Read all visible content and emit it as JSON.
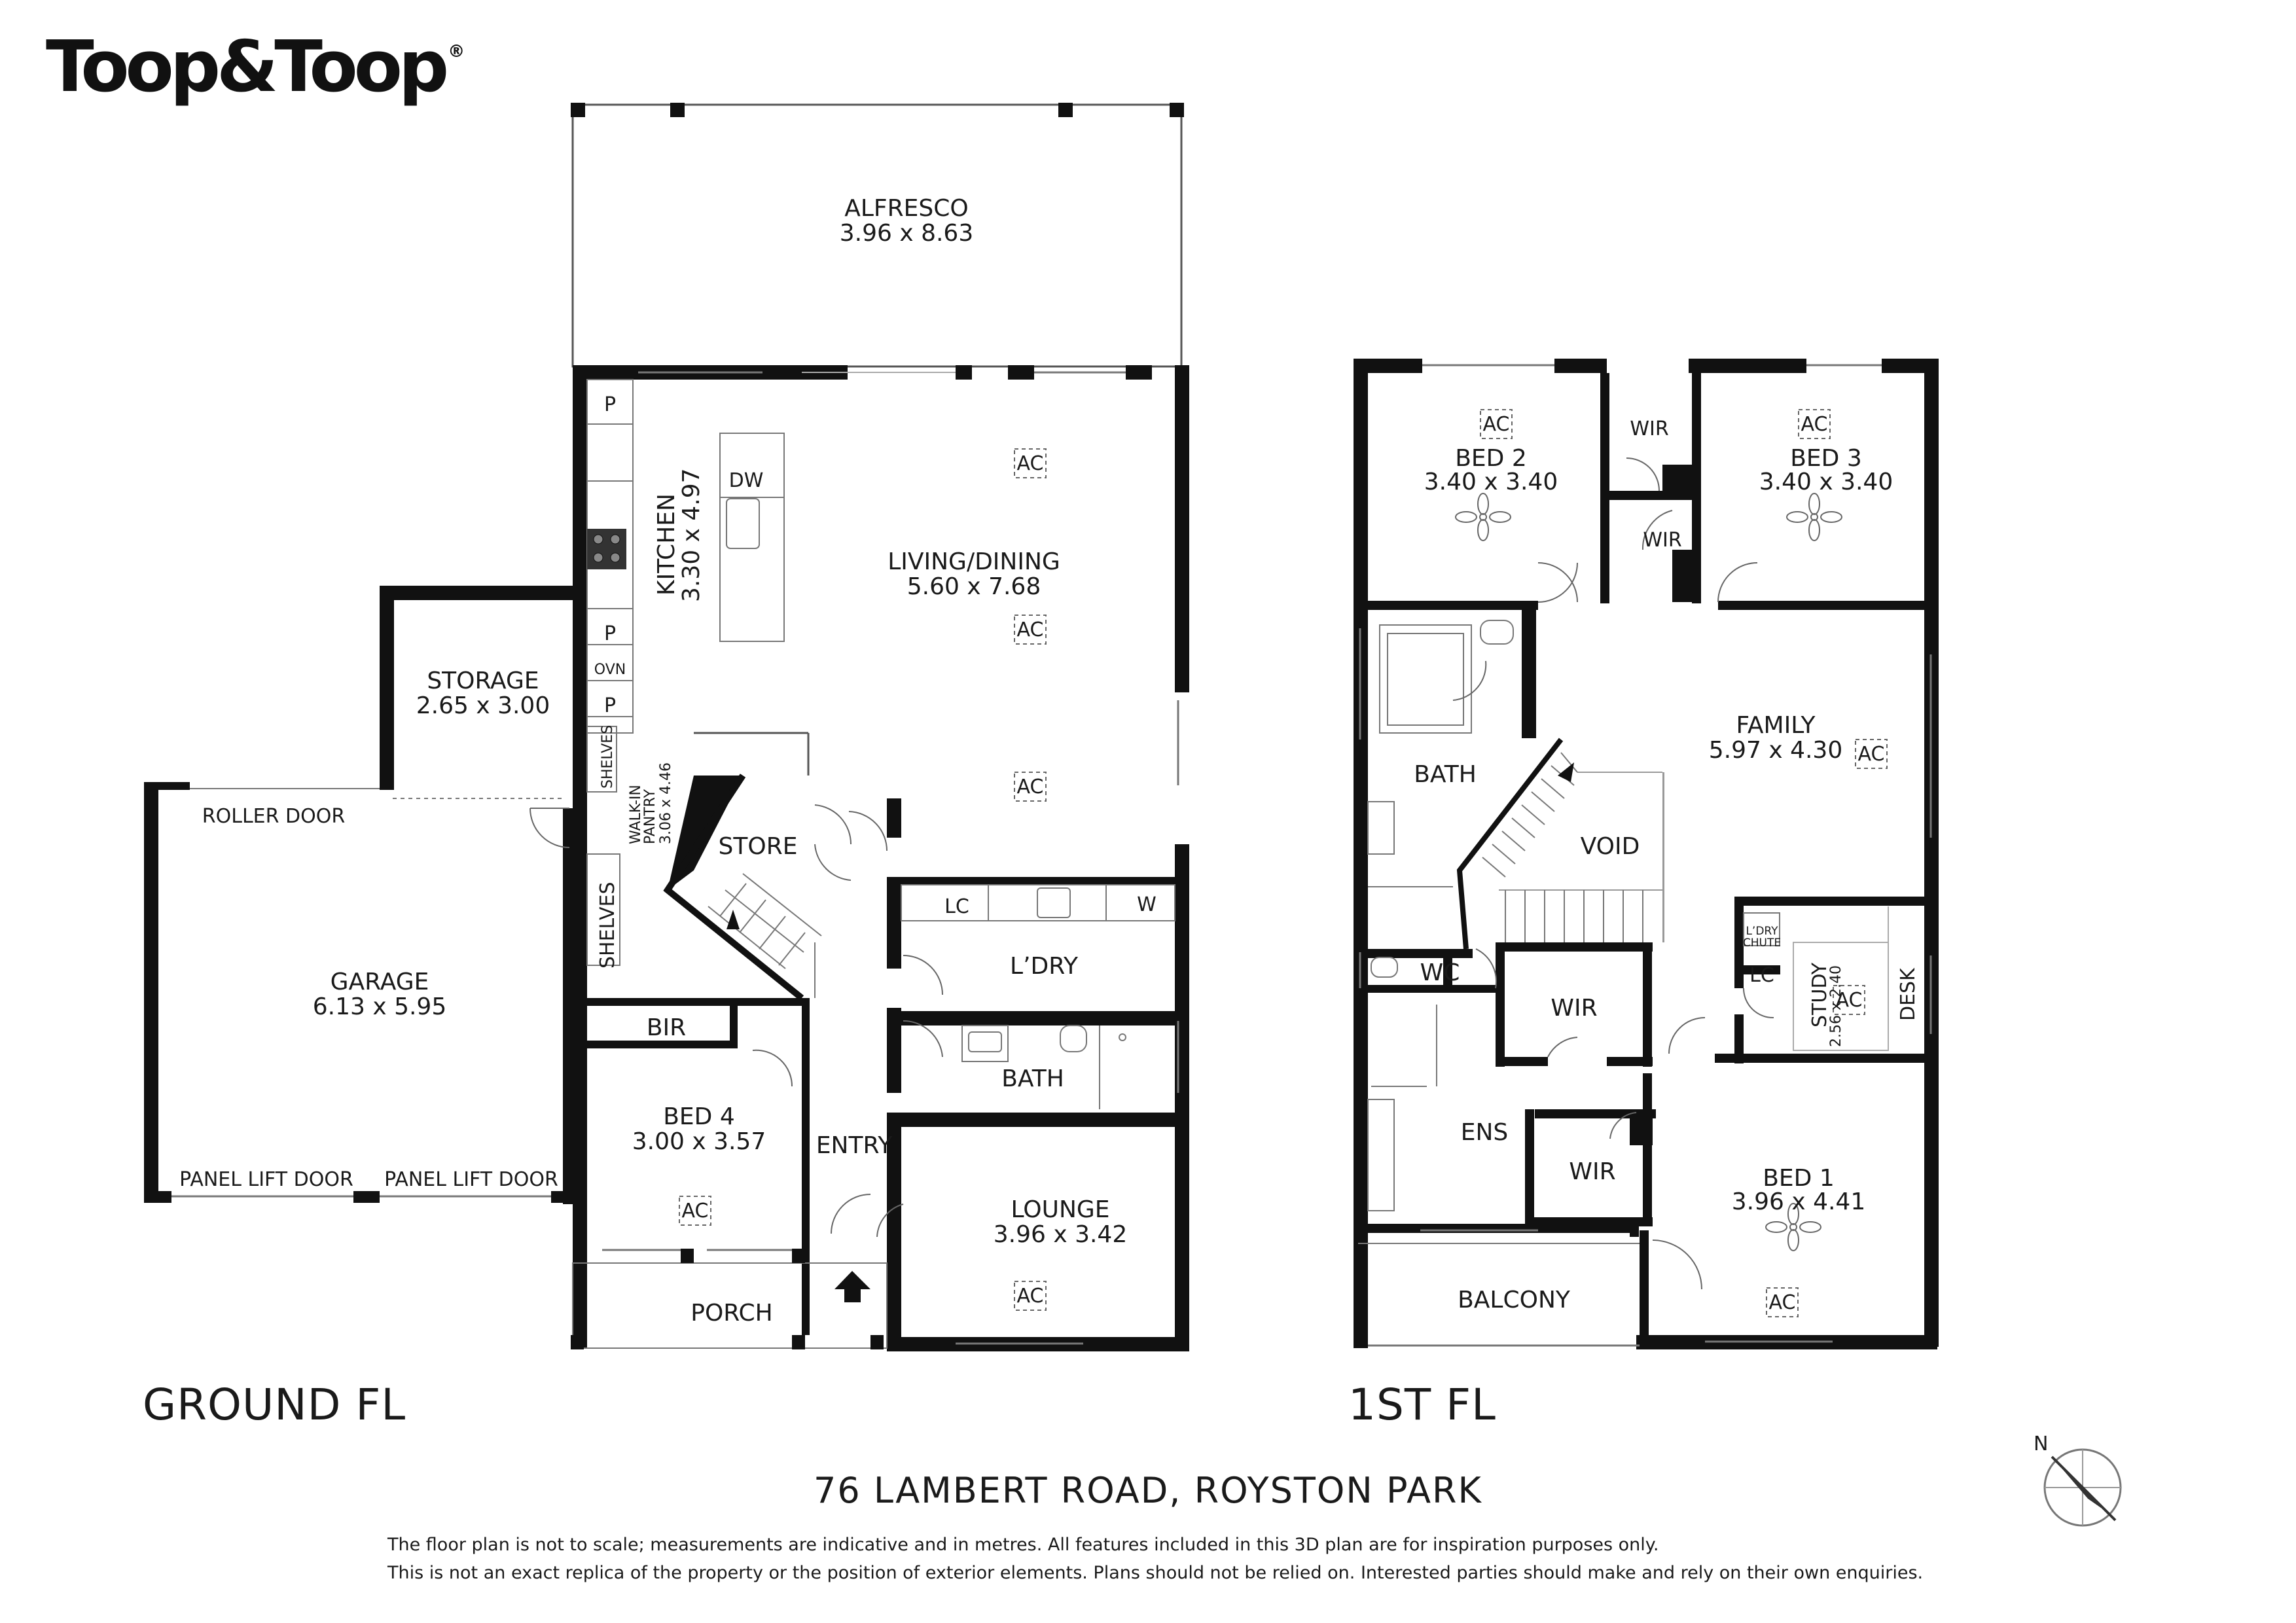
{
  "brand": {
    "logo_text": "Toop&Toop",
    "registered_mark": "®"
  },
  "floors": {
    "ground": {
      "label": "GROUND FL"
    },
    "first": {
      "label": "1ST FL"
    }
  },
  "address": "76 LAMBERT ROAD, ROYSTON PARK",
  "disclaimer": {
    "line1": "The floor plan is not to scale; measurements are indicative and in metres. All features included in this 3D plan are for inspiration purposes only.",
    "line2": "This is not an exact replica of the property or the position of exterior elements. Plans should not be relied on. Interested parties should make and rely on their own enquiries."
  },
  "compass": {
    "north_label": "N"
  },
  "ground_rooms": {
    "alfresco": {
      "name": "ALFRESCO",
      "dims": "3.96 x 8.63"
    },
    "living": {
      "name": "LIVING/DINING",
      "dims": "5.60 x 7.68"
    },
    "kitchen": {
      "name": "KITCHEN",
      "dims": "3.30 x 4.97"
    },
    "storage": {
      "name": "STORAGE",
      "dims": "2.65 x 3.00"
    },
    "pantry": {
      "name": "WALK-IN PANTRY",
      "line1": "WALK-IN",
      "line2": "PANTRY",
      "dims": "3.06 x 4.46"
    },
    "garage": {
      "name": "GARAGE",
      "dims": "6.13 x 5.95"
    },
    "store": {
      "name": "STORE"
    },
    "laundry": {
      "name": "L’DRY"
    },
    "bath": {
      "name": "BATH"
    },
    "bir": {
      "name": "BIR"
    },
    "bed4": {
      "name": "BED 4",
      "dims": "3.00 x 3.57"
    },
    "entry": {
      "name": "ENTRY"
    },
    "lounge": {
      "name": "LOUNGE",
      "dims": "3.96 x 3.42"
    },
    "porch": {
      "name": "PORCH"
    }
  },
  "ground_labels": {
    "roller_door": "ROLLER DOOR",
    "panel_lift_1": "PANEL LIFT DOOR",
    "panel_lift_2": "PANEL LIFT DOOR",
    "shelves_small": "SHELVES",
    "shelves_big": "SHELVES",
    "pantry_p1": "P",
    "pantry_p2": "P",
    "pantry_p3": "P",
    "oven": "OVN",
    "dishwasher": "DW",
    "linen": "LC",
    "washer": "W",
    "ac": "AC"
  },
  "first_rooms": {
    "bed2": {
      "name": "BED 2",
      "dims": "3.40 x 3.40"
    },
    "bed3": {
      "name": "BED 3",
      "dims": "3.40 x 3.40"
    },
    "wir_top": {
      "name": "WIR"
    },
    "wir_mid": {
      "name": "WIR"
    },
    "bath": {
      "name": "BATH"
    },
    "family": {
      "name": "FAMILY",
      "dims": "5.97 x 4.30"
    },
    "void": {
      "name": "VOID"
    },
    "wc": {
      "name": "WC"
    },
    "wir_ens": {
      "name": "WIR"
    },
    "wir_bed1": {
      "name": "WIR"
    },
    "ens": {
      "name": "ENS"
    },
    "study": {
      "name": "STUDY",
      "dims": "2.56 x 2.40"
    },
    "desk": {
      "name": "DESK"
    },
    "bed1": {
      "name": "BED 1",
      "dims": "3.96 x 4.41"
    },
    "balcony": {
      "name": "BALCONY"
    }
  },
  "first_labels": {
    "laundry_chute_1": "L’DRY",
    "laundry_chute_2": "CHUTE",
    "linen": "LC",
    "ac": "AC"
  },
  "colors": {
    "wall": "#111111",
    "line": "#555555",
    "fixture": "#888888"
  }
}
